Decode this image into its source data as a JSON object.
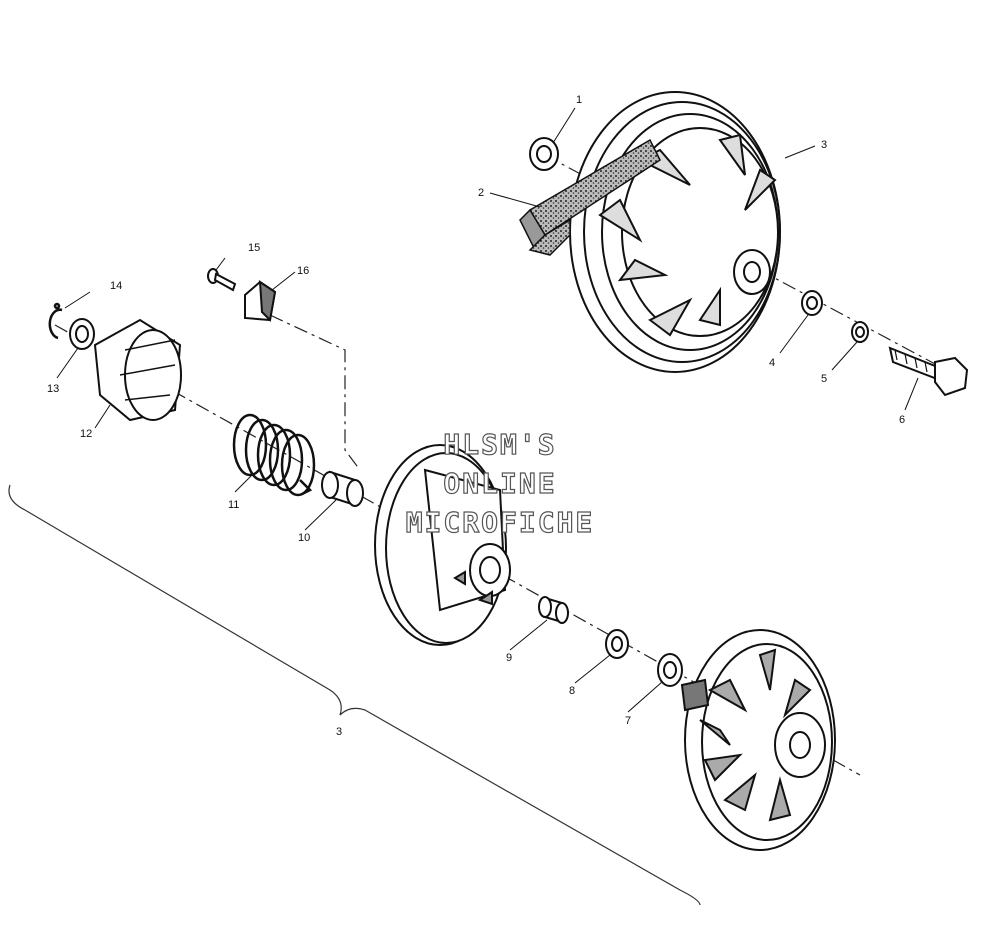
{
  "watermark": [
    "HLSM'S",
    "ONLINE",
    "MICROFICHE"
  ],
  "labels": {
    "l1": "1",
    "l2": "2",
    "l3": "3",
    "l4": "4",
    "l5": "5",
    "l6": "6",
    "l7": "7",
    "l8": "8",
    "l9": "9",
    "l10": "10",
    "l11": "11",
    "l12": "12",
    "l13": "13",
    "l14": "14",
    "l15": "15",
    "l16": "16",
    "bracket": "3"
  }
}
